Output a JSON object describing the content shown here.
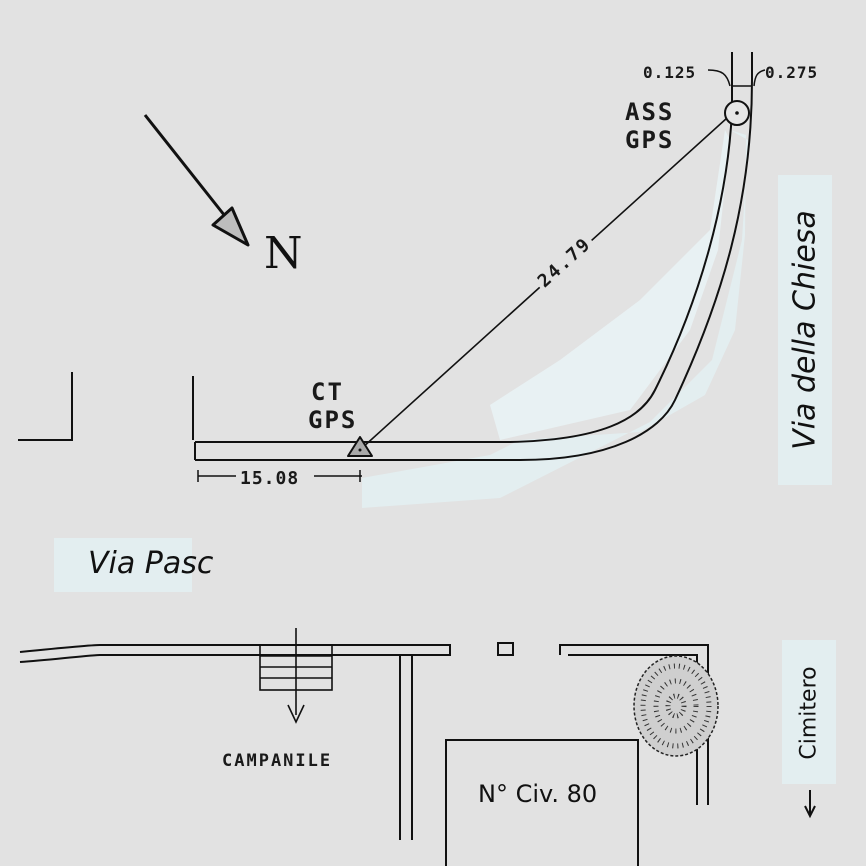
{
  "streets": {
    "chiesa": "Via della Chiesa",
    "pasc": "Via Pasc",
    "cimitero": "Cimitero"
  },
  "points": {
    "ass_line1": "ASS",
    "ass_line2": "GPS",
    "ct_line1": "CT",
    "ct_line2": "GPS"
  },
  "measures": {
    "diagonal": "24.79",
    "offset": "15.08",
    "left_width": "0.125",
    "right_width": "0.275"
  },
  "compass": {
    "north": "N"
  },
  "buildings": {
    "campanile": "CAMPANILE",
    "civic": "N° Civ. 80"
  },
  "colors": {
    "background": "#e2e2e2",
    "highlight": "#e3eef0",
    "ink": "#111111"
  }
}
